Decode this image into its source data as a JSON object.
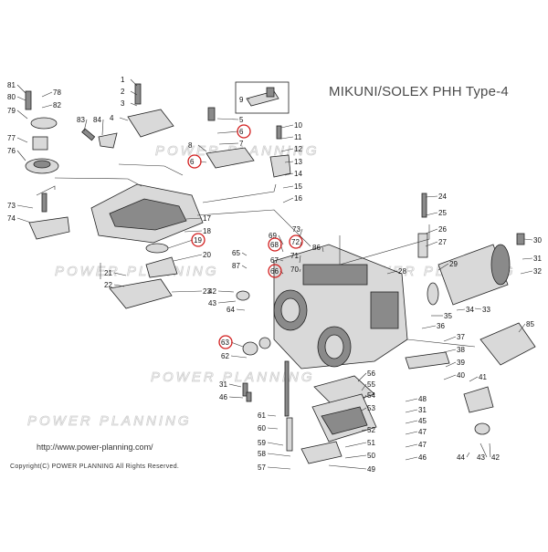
{
  "header": {
    "title": "MIKUNI/SOLEX PHH Type-4"
  },
  "footer": {
    "url": "http://www.power-planning.com/",
    "copyright": "Copyright(C) POWER PLANNING All Rights Reserved."
  },
  "watermark": {
    "text": "POWER PLANNING"
  },
  "colors": {
    "highlight_circle": "#d21e1e",
    "line": "#222222"
  },
  "labels": [
    {
      "text": "81",
      "hl": false
    },
    {
      "text": "80",
      "hl": false
    },
    {
      "text": "78",
      "hl": false
    },
    {
      "text": "82",
      "hl": false
    },
    {
      "text": "79",
      "hl": false
    },
    {
      "text": "77",
      "hl": false
    },
    {
      "text": "76",
      "hl": false
    },
    {
      "text": "83",
      "hl": false
    },
    {
      "text": "84",
      "hl": false
    },
    {
      "text": "1",
      "hl": false
    },
    {
      "text": "2",
      "hl": false
    },
    {
      "text": "3",
      "hl": false
    },
    {
      "text": "4",
      "hl": false
    },
    {
      "text": "9",
      "hl": false
    },
    {
      "text": "5",
      "hl": false
    },
    {
      "text": "6",
      "hl": true
    },
    {
      "text": "7",
      "hl": false
    },
    {
      "text": "8",
      "hl": false
    },
    {
      "text": "6",
      "hl": true
    },
    {
      "text": "10",
      "hl": false
    },
    {
      "text": "11",
      "hl": false
    },
    {
      "text": "12",
      "hl": false
    },
    {
      "text": "13",
      "hl": false
    },
    {
      "text": "14",
      "hl": false
    },
    {
      "text": "15",
      "hl": false
    },
    {
      "text": "16",
      "hl": false
    },
    {
      "text": "73",
      "hl": false
    },
    {
      "text": "74",
      "hl": false
    },
    {
      "text": "17",
      "hl": false
    },
    {
      "text": "18",
      "hl": false
    },
    {
      "text": "19",
      "hl": true
    },
    {
      "text": "20",
      "hl": false
    },
    {
      "text": "21",
      "hl": false
    },
    {
      "text": "22",
      "hl": false
    },
    {
      "text": "23",
      "hl": false
    },
    {
      "text": "24",
      "hl": false
    },
    {
      "text": "25",
      "hl": false
    },
    {
      "text": "26",
      "hl": false
    },
    {
      "text": "27",
      "hl": false
    },
    {
      "text": "69",
      "hl": false
    },
    {
      "text": "73",
      "hl": false
    },
    {
      "text": "68",
      "hl": true
    },
    {
      "text": "72",
      "hl": true
    },
    {
      "text": "86",
      "hl": false
    },
    {
      "text": "65",
      "hl": false
    },
    {
      "text": "67",
      "hl": false
    },
    {
      "text": "71",
      "hl": false
    },
    {
      "text": "87",
      "hl": false
    },
    {
      "text": "66",
      "hl": true
    },
    {
      "text": "70",
      "hl": false
    },
    {
      "text": "28",
      "hl": false
    },
    {
      "text": "29",
      "hl": false
    },
    {
      "text": "30",
      "hl": false
    },
    {
      "text": "31",
      "hl": false
    },
    {
      "text": "32",
      "hl": false
    },
    {
      "text": "42",
      "hl": false
    },
    {
      "text": "43",
      "hl": false
    },
    {
      "text": "64",
      "hl": false
    },
    {
      "text": "35",
      "hl": false
    },
    {
      "text": "36",
      "hl": false
    },
    {
      "text": "34",
      "hl": false
    },
    {
      "text": "33",
      "hl": false
    },
    {
      "text": "85",
      "hl": false
    },
    {
      "text": "63",
      "hl": true
    },
    {
      "text": "62",
      "hl": false
    },
    {
      "text": "37",
      "hl": false
    },
    {
      "text": "38",
      "hl": false
    },
    {
      "text": "39",
      "hl": false
    },
    {
      "text": "40",
      "hl": false
    },
    {
      "text": "41",
      "hl": false
    },
    {
      "text": "31",
      "hl": false
    },
    {
      "text": "46",
      "hl": false
    },
    {
      "text": "56",
      "hl": false
    },
    {
      "text": "55",
      "hl": false
    },
    {
      "text": "54",
      "hl": false
    },
    {
      "text": "53",
      "hl": false
    },
    {
      "text": "48",
      "hl": false
    },
    {
      "text": "61",
      "hl": false
    },
    {
      "text": "31",
      "hl": false
    },
    {
      "text": "45",
      "hl": false
    },
    {
      "text": "60",
      "hl": false
    },
    {
      "text": "52",
      "hl": false
    },
    {
      "text": "47",
      "hl": false
    },
    {
      "text": "59",
      "hl": false
    },
    {
      "text": "51",
      "hl": false
    },
    {
      "text": "58",
      "hl": false
    },
    {
      "text": "50",
      "hl": false
    },
    {
      "text": "57",
      "hl": false
    },
    {
      "text": "49",
      "hl": false
    },
    {
      "text": "47",
      "hl": false
    },
    {
      "text": "46",
      "hl": false
    },
    {
      "text": "44",
      "hl": false
    },
    {
      "text": "43",
      "hl": false
    },
    {
      "text": "42",
      "hl": false
    }
  ]
}
